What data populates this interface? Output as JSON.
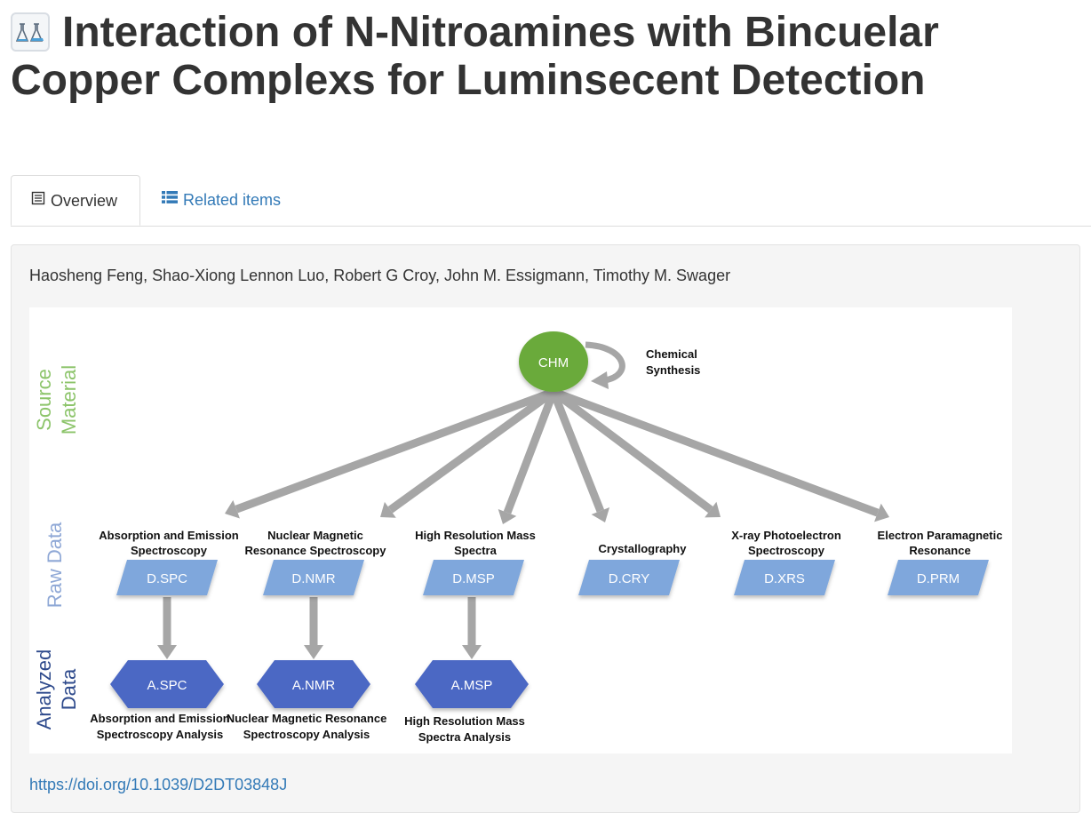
{
  "header": {
    "title": "Interaction of N-Nitroamines with Bincuelar Copper Complexs for Luminsecent Detection",
    "icon": "flask-icon"
  },
  "tabs": [
    {
      "label": "Overview",
      "icon": "document-icon",
      "active": true
    },
    {
      "label": "Related items",
      "icon": "list-icon",
      "active": false
    }
  ],
  "overview": {
    "authors": "Haosheng Feng, Shao-Xiong Lennon Luo, Robert G Croy, John M. Essigmann, Timothy M. Swager",
    "doi": "https://doi.org/10.1039/D2DT03848J"
  },
  "diagram": {
    "row_labels": {
      "source": [
        "Source",
        "Material"
      ],
      "raw": [
        "Raw Data"
      ],
      "analyzed": [
        "Analyzed",
        "Data"
      ]
    },
    "root": {
      "label": "CHM",
      "loop_label": [
        "Chemical",
        "Synthesis"
      ]
    },
    "raw": [
      {
        "code": "D.SPC",
        "caption": [
          "Absorption and Emission",
          "Spectroscopy"
        ]
      },
      {
        "code": "D.NMR",
        "caption": [
          "Nuclear Magnetic",
          "Resonance Spectroscopy"
        ]
      },
      {
        "code": "D.MSP",
        "caption": [
          "High Resolution Mass",
          "Spectra"
        ]
      },
      {
        "code": "D.CRY",
        "caption": [
          "Crystallography"
        ]
      },
      {
        "code": "D.XRS",
        "caption": [
          "X-ray Photoelectron",
          "Spectroscopy"
        ]
      },
      {
        "code": "D.PRM",
        "caption": [
          "Electron Paramagnetic",
          "Resonance"
        ]
      }
    ],
    "analyzed": [
      {
        "code": "A.SPC",
        "caption": [
          "Absorption and Emission",
          "Spectroscopy Analysis"
        ]
      },
      {
        "code": "A.NMR",
        "caption": [
          "Nuclear Magnetic Resonance",
          "Spectroscopy Analysis"
        ]
      },
      {
        "code": "A.MSP",
        "caption": [
          "High Resolution Mass",
          "Spectra Analysis"
        ]
      }
    ],
    "colors": {
      "source_label": "#8cc46a",
      "raw_label": "#8fa8d6",
      "analyzed_label": "#2e4a8c",
      "root_fill": "#6aaa3a",
      "raw_fill": "#7fa7dc",
      "analyzed_fill": "#4b67c4",
      "arrow": "#a6a6a6"
    }
  }
}
